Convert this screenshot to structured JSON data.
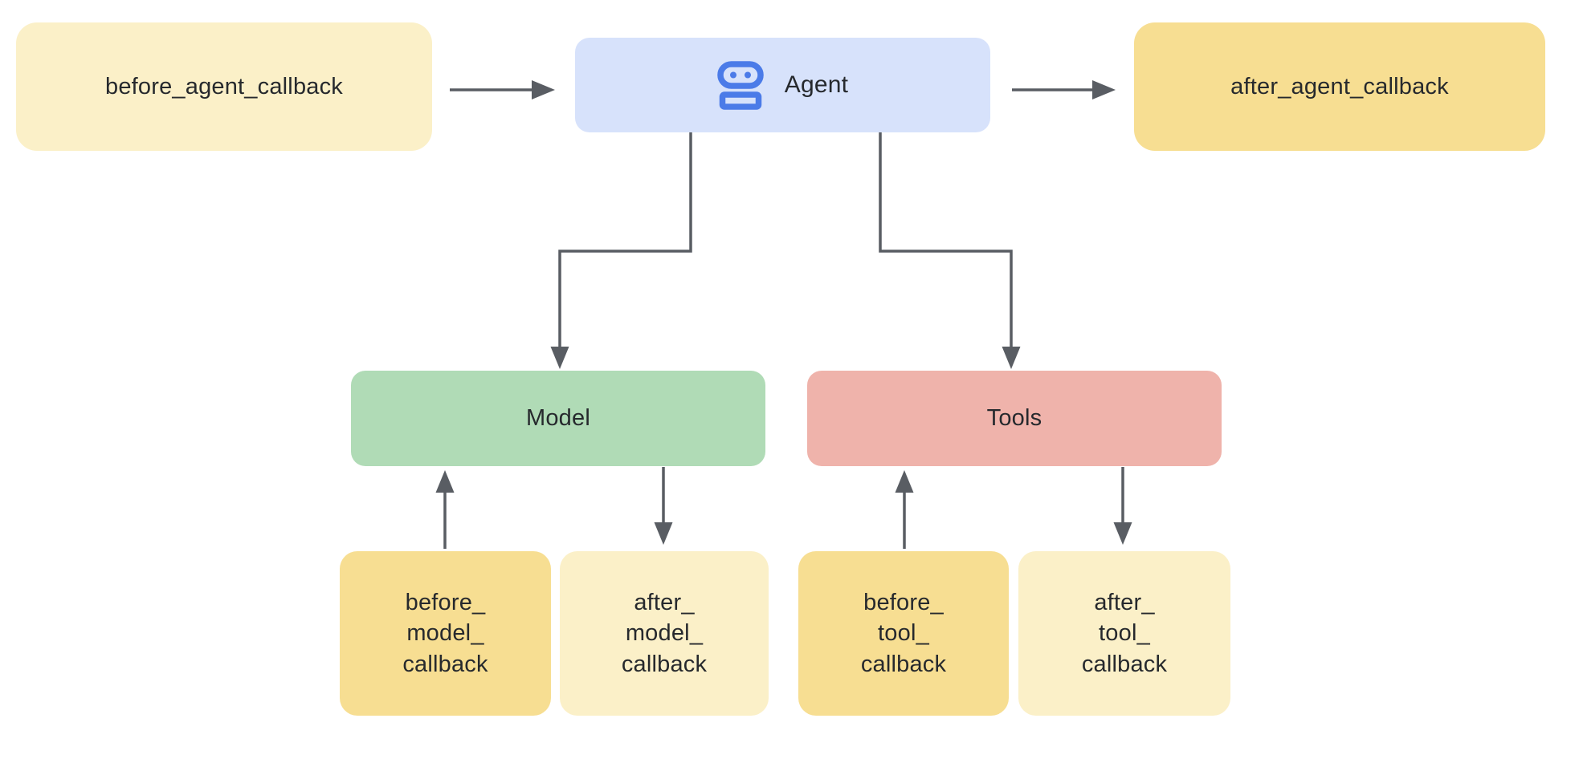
{
  "colors": {
    "background": "#ffffff",
    "cream": "#fbf0c8",
    "gold": "#f7de92",
    "agent_blue": "#d7e2fb",
    "icon_blue": "#4b7be8",
    "green": "#b0dbb6",
    "salmon": "#efb3ab",
    "arrow": "#595d63",
    "text": "#26292d"
  },
  "nodes": {
    "before_agent": {
      "label": "before_agent_callback"
    },
    "agent": {
      "label": "Agent",
      "icon": "robot-icon"
    },
    "after_agent": {
      "label": "after_agent_callback"
    },
    "model": {
      "label": "Model"
    },
    "tools": {
      "label": "Tools"
    },
    "before_model": {
      "label": "before_\nmodel_\ncallback"
    },
    "after_model": {
      "label": "after_\nmodel_\ncallback"
    },
    "before_tool": {
      "label": "before_\ntool_\ncallback"
    },
    "after_tool": {
      "label": "after_\ntool_\ncallback"
    }
  },
  "edges": [
    {
      "from": "before_agent_callback",
      "to": "Agent",
      "direction": "right"
    },
    {
      "from": "Agent",
      "to": "after_agent_callback",
      "direction": "right"
    },
    {
      "from": "Agent",
      "to": "Model",
      "direction": "down"
    },
    {
      "from": "Agent",
      "to": "Tools",
      "direction": "down"
    },
    {
      "from": "before_model_callback",
      "to": "Model",
      "direction": "up"
    },
    {
      "from": "Model",
      "to": "after_model_callback",
      "direction": "down"
    },
    {
      "from": "before_tool_callback",
      "to": "Tools",
      "direction": "up"
    },
    {
      "from": "Tools",
      "to": "after_tool_callback",
      "direction": "down"
    }
  ]
}
